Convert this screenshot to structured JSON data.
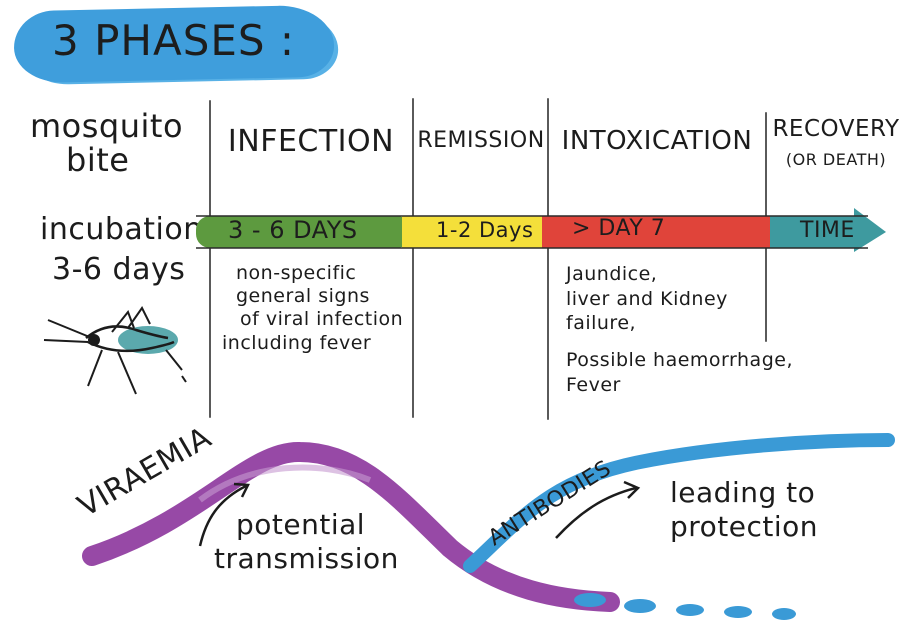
{
  "title": "3 PHASES :",
  "phases": [
    {
      "name": "INFECTION"
    },
    {
      "name": "REMISSION"
    },
    {
      "name": "INTOXICATION"
    },
    {
      "name": "RECOVERY",
      "note": "(OR DEATH)"
    }
  ],
  "mosquito": {
    "line1": "mosquito",
    "line2": "bite"
  },
  "incubation": {
    "label": "incubation",
    "duration": "3-6 days"
  },
  "timeline": {
    "segments": [
      {
        "label": "3 - 6 DAYS",
        "color": "#5d9a3f"
      },
      {
        "label": "1-2 Days",
        "color": "#f4df3a"
      },
      {
        "label": "> DAY 7",
        "color": "#e0443a"
      }
    ],
    "time_label": "TIME",
    "time_color": "#3e9a9f"
  },
  "descriptions": {
    "infection": [
      "non-specific",
      "general signs",
      "of viral infection",
      "including fever"
    ],
    "intoxication": [
      "Jaundice,",
      "liver and Kidney",
      "failure,",
      "Possible haemorrhage,",
      "Fever"
    ]
  },
  "curves": {
    "viraemia": {
      "label": "VIRAEMIA",
      "color": "#8e3a9e"
    },
    "antibodies": {
      "label": "ANTIBODIES",
      "color": "#3a9ad6"
    }
  },
  "annotations": {
    "viraemia": [
      "potential",
      "transmission"
    ],
    "antibodies": [
      "leading to",
      "protection"
    ]
  }
}
